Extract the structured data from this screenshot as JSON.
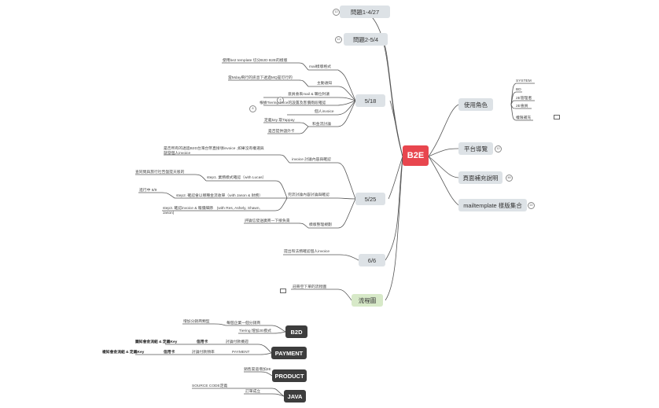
{
  "root": {
    "label": "B2E"
  },
  "left_topics": {
    "t1": "問題1-4/27",
    "t2": "問題2-5/4",
    "t3": "5/18",
    "t4": "5/25",
    "t5": "6/6",
    "t6": "流程圖"
  },
  "badges": {
    "b1": "12",
    "b2": "12",
    "b3": "8",
    "b4": "8",
    "r1": "12",
    "r2": "48",
    "r3": "22"
  },
  "t3_children": {
    "c1": "mail樣版格式",
    "c1a": "使用be2 template 切分B2D B2E的樣版",
    "c2": "主動通知",
    "c2a": "當Mday飛行的訊息下透過MQ是可行的",
    "c3": "意員會丟mail & 職位封議",
    "c4": "根據Tiering Price的設置及客價兩段確認",
    "c5": "個人invoice",
    "c6": "和金流討論",
    "c6a": "定義key 取Tappay",
    "c6b": "是否提供儲外卡"
  },
  "t4_children": {
    "c1": "invoice 討論內容與確認",
    "c1a": "是否所有的透過B2D台灣台幣直接領invoice ,如果沒有權選與\n就發個人invoice",
    "c2": "完流討論內容討論與確認",
    "c2a": "step1. 業務模式確認（with Lucas）",
    "c2b": "查同問與旅行社告盤提天賬的",
    "c2c": "進行中 6/9",
    "c2d": "step2. 確認會以哪種金流收單（with Jason & 財務）",
    "c2e": "step3. 確認invoice & 報價細節　(with Res, Ashely, Shawn,\nJason)",
    "c3": "模版整理規劃",
    "c3a": "評論信發送廣商一下接負責"
  },
  "t5_children": {
    "c1": "提出和法務確認個人invoice"
  },
  "t6_children": {
    "c1": "註冊空下單的流程圖"
  },
  "right_topics": {
    "r1": "使用角色",
    "r2": "平台導覽",
    "r3": "頁面補充說明",
    "r4": "mailtemplate 樣版集合"
  },
  "roles": [
    "SYSTEM",
    "BD",
    "2E管理者",
    "2E會員",
    "權限補充"
  ],
  "floats": {
    "b2d": {
      "label": "B2D",
      "items": [
        "每個企業一個分銷商",
        "Tiering 增加2E模式"
      ],
      "left": "增加分銷商類型"
    },
    "payment": {
      "label": "PAYMENT",
      "row1": [
        "圖知會金流組 & 定義Key",
        "信用卡",
        "討論付款機週"
      ],
      "row2": [
        "複知會金流組 & 定義Key",
        "信用卡",
        "討論付款頻率",
        "PAYMENT"
      ]
    },
    "product": {
      "label": "PRODUCT",
      "items": [
        "銷售渠道增加2E"
      ]
    },
    "java": {
      "label": "JAVA",
      "items": [
        "SOURCE CODE定義",
        "訂單成立"
      ]
    }
  }
}
